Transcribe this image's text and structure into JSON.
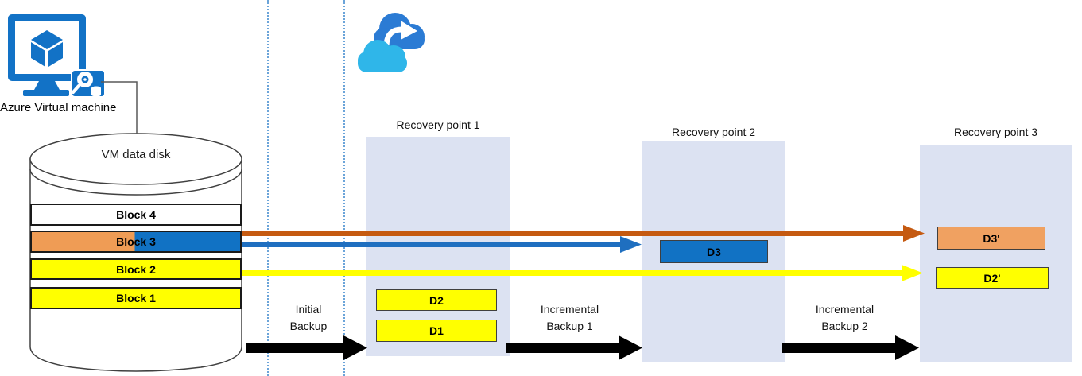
{
  "colors": {
    "azure_blue": "#1272C6",
    "arrow_orange": "#C55A11",
    "arrow_blue": "#1F6FC0",
    "arrow_yellow": "#FFFF00",
    "arrow_black": "#000000",
    "block_orange": "#EF9C55",
    "block_blue": "#1172C4",
    "block_yellow": "#FFFF00",
    "d3p_orange": "#F0A161",
    "recovery_box": "#DCE2F2",
    "guide_line_blue": "#5B9BD5",
    "cloud_back_blue": "#2B7BD4",
    "cloud_front_cyan": "#2FB6E9"
  },
  "vm": {
    "label": "Azure Virtual machine",
    "icon": "azure-vm-icon"
  },
  "cloud": {
    "icon": "azure-backup-cloud-icon"
  },
  "disk": {
    "title": "VM data disk",
    "blocks": [
      {
        "label": "Block 4"
      },
      {
        "label": "Block 3"
      },
      {
        "label": "Block 2"
      },
      {
        "label": "Block 1"
      }
    ]
  },
  "recovery_points": [
    {
      "title": "Recovery point 1",
      "items": [
        {
          "label": "D2"
        },
        {
          "label": "D1"
        }
      ]
    },
    {
      "title": "Recovery point 2",
      "items": [
        {
          "label": "D3"
        }
      ]
    },
    {
      "title": "Recovery point 3",
      "items": [
        {
          "label": "D3'"
        },
        {
          "label": "D2'"
        }
      ]
    }
  ],
  "backup_steps": [
    {
      "line1": "Initial",
      "line2": "Backup"
    },
    {
      "line1": "Incremental",
      "line2": "Backup 1"
    },
    {
      "line1": "Incremental",
      "line2": "Backup 2"
    }
  ]
}
